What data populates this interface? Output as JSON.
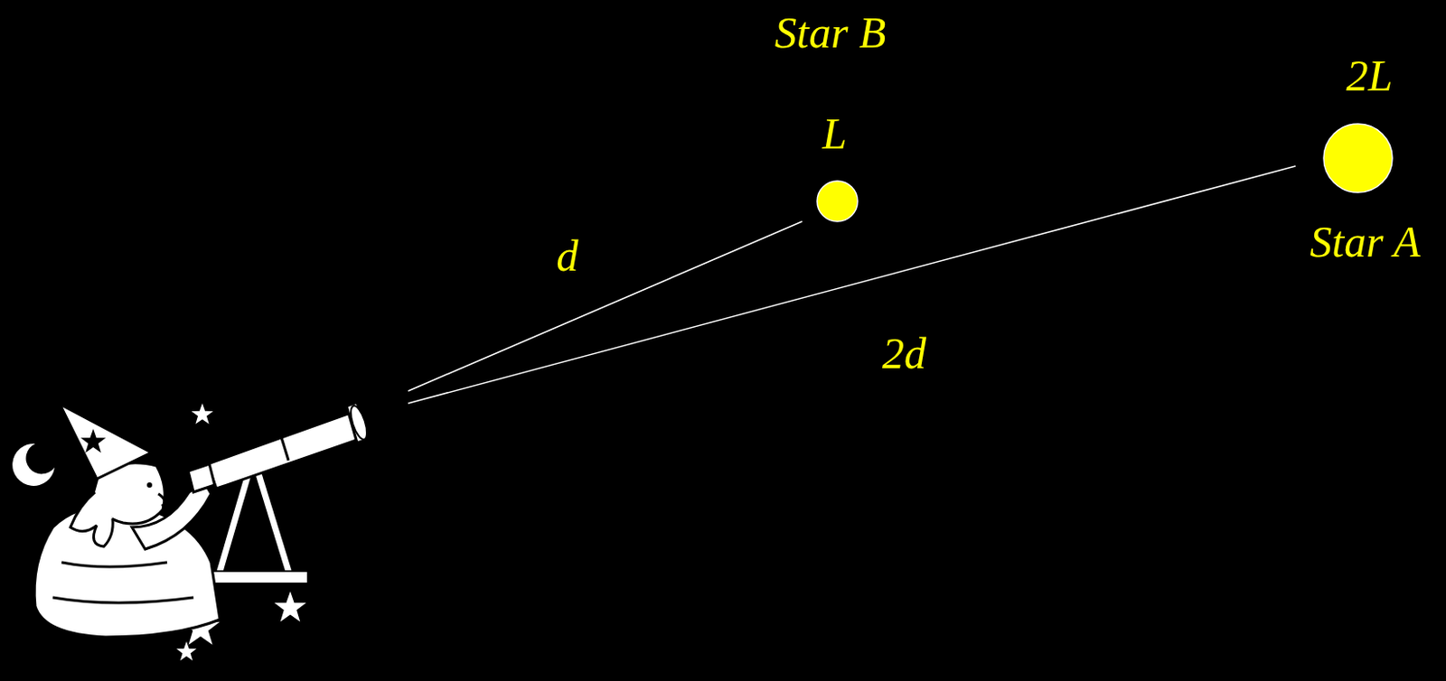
{
  "diagram": {
    "nodes": [
      {
        "text": [
          "Star B",
          "L"
        ]
      },
      {
        "text": [
          "2L",
          "Star A"
        ]
      }
    ],
    "labels": [
      "d",
      "2d"
    ]
  }
}
